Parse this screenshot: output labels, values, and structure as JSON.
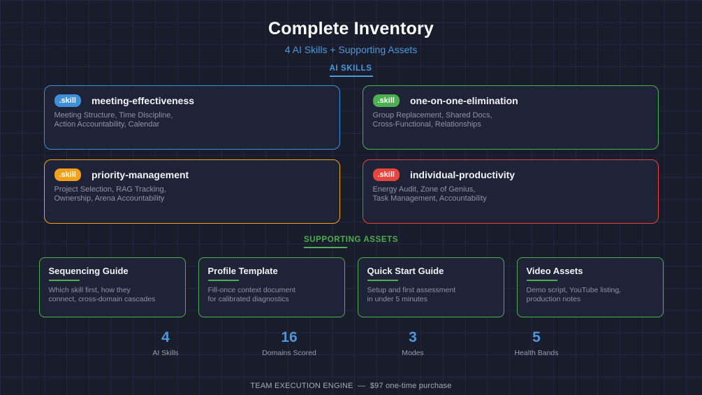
{
  "page": {
    "title": "Complete Inventory",
    "subtitle": "4 AI Skills + Supporting Assets",
    "footer": "TEAM EXECUTION ENGINE  —  $97 one-time purchase"
  },
  "colors": {
    "accent_blue": "#4f97dd",
    "accent_green": "#4caf50",
    "accent_orange": "#f5a11c",
    "accent_red": "#e8453c",
    "background": "#191c2b",
    "card_background": "#1f2337"
  },
  "skills_section": {
    "heading": "AI SKILLS",
    "cards": [
      {
        "badge": ".skill",
        "title": "meeting-effectiveness",
        "description": "Meeting Structure, Time Discipline,\nAction Accountability, Calendar",
        "color": "#3e8ed8"
      },
      {
        "badge": ".skill",
        "title": "one-on-one-elimination",
        "description": "Group Replacement, Shared Docs,\nCross-Functional, Relationships",
        "color": "#4caf50"
      },
      {
        "badge": ".skill",
        "title": "priority-management",
        "description": "Project Selection, RAG Tracking,\nOwnership, Arena Accountability",
        "color": "#f5a11c"
      },
      {
        "badge": ".skill",
        "title": "individual-productivity",
        "description": "Energy Audit, Zone of Genius,\nTask Management, Accountability",
        "color": "#e8453c"
      }
    ]
  },
  "assets_section": {
    "heading": "SUPPORTING ASSETS",
    "cards": [
      {
        "title": "Sequencing Guide",
        "description": "Which skill first, how they\nconnect, cross-domain cascades"
      },
      {
        "title": "Profile Template",
        "description": "Fill-once context document\nfor calibrated diagnostics"
      },
      {
        "title": "Quick Start Guide",
        "description": "Setup and first assessment\nin under 5 minutes"
      },
      {
        "title": "Video Assets",
        "description": "Demo script, YouTube listing,\nproduction notes"
      }
    ]
  },
  "stats": [
    {
      "value": "4",
      "label": "AI Skills"
    },
    {
      "value": "16",
      "label": "Domains Scored"
    },
    {
      "value": "3",
      "label": "Modes"
    },
    {
      "value": "5",
      "label": "Health Bands"
    }
  ]
}
